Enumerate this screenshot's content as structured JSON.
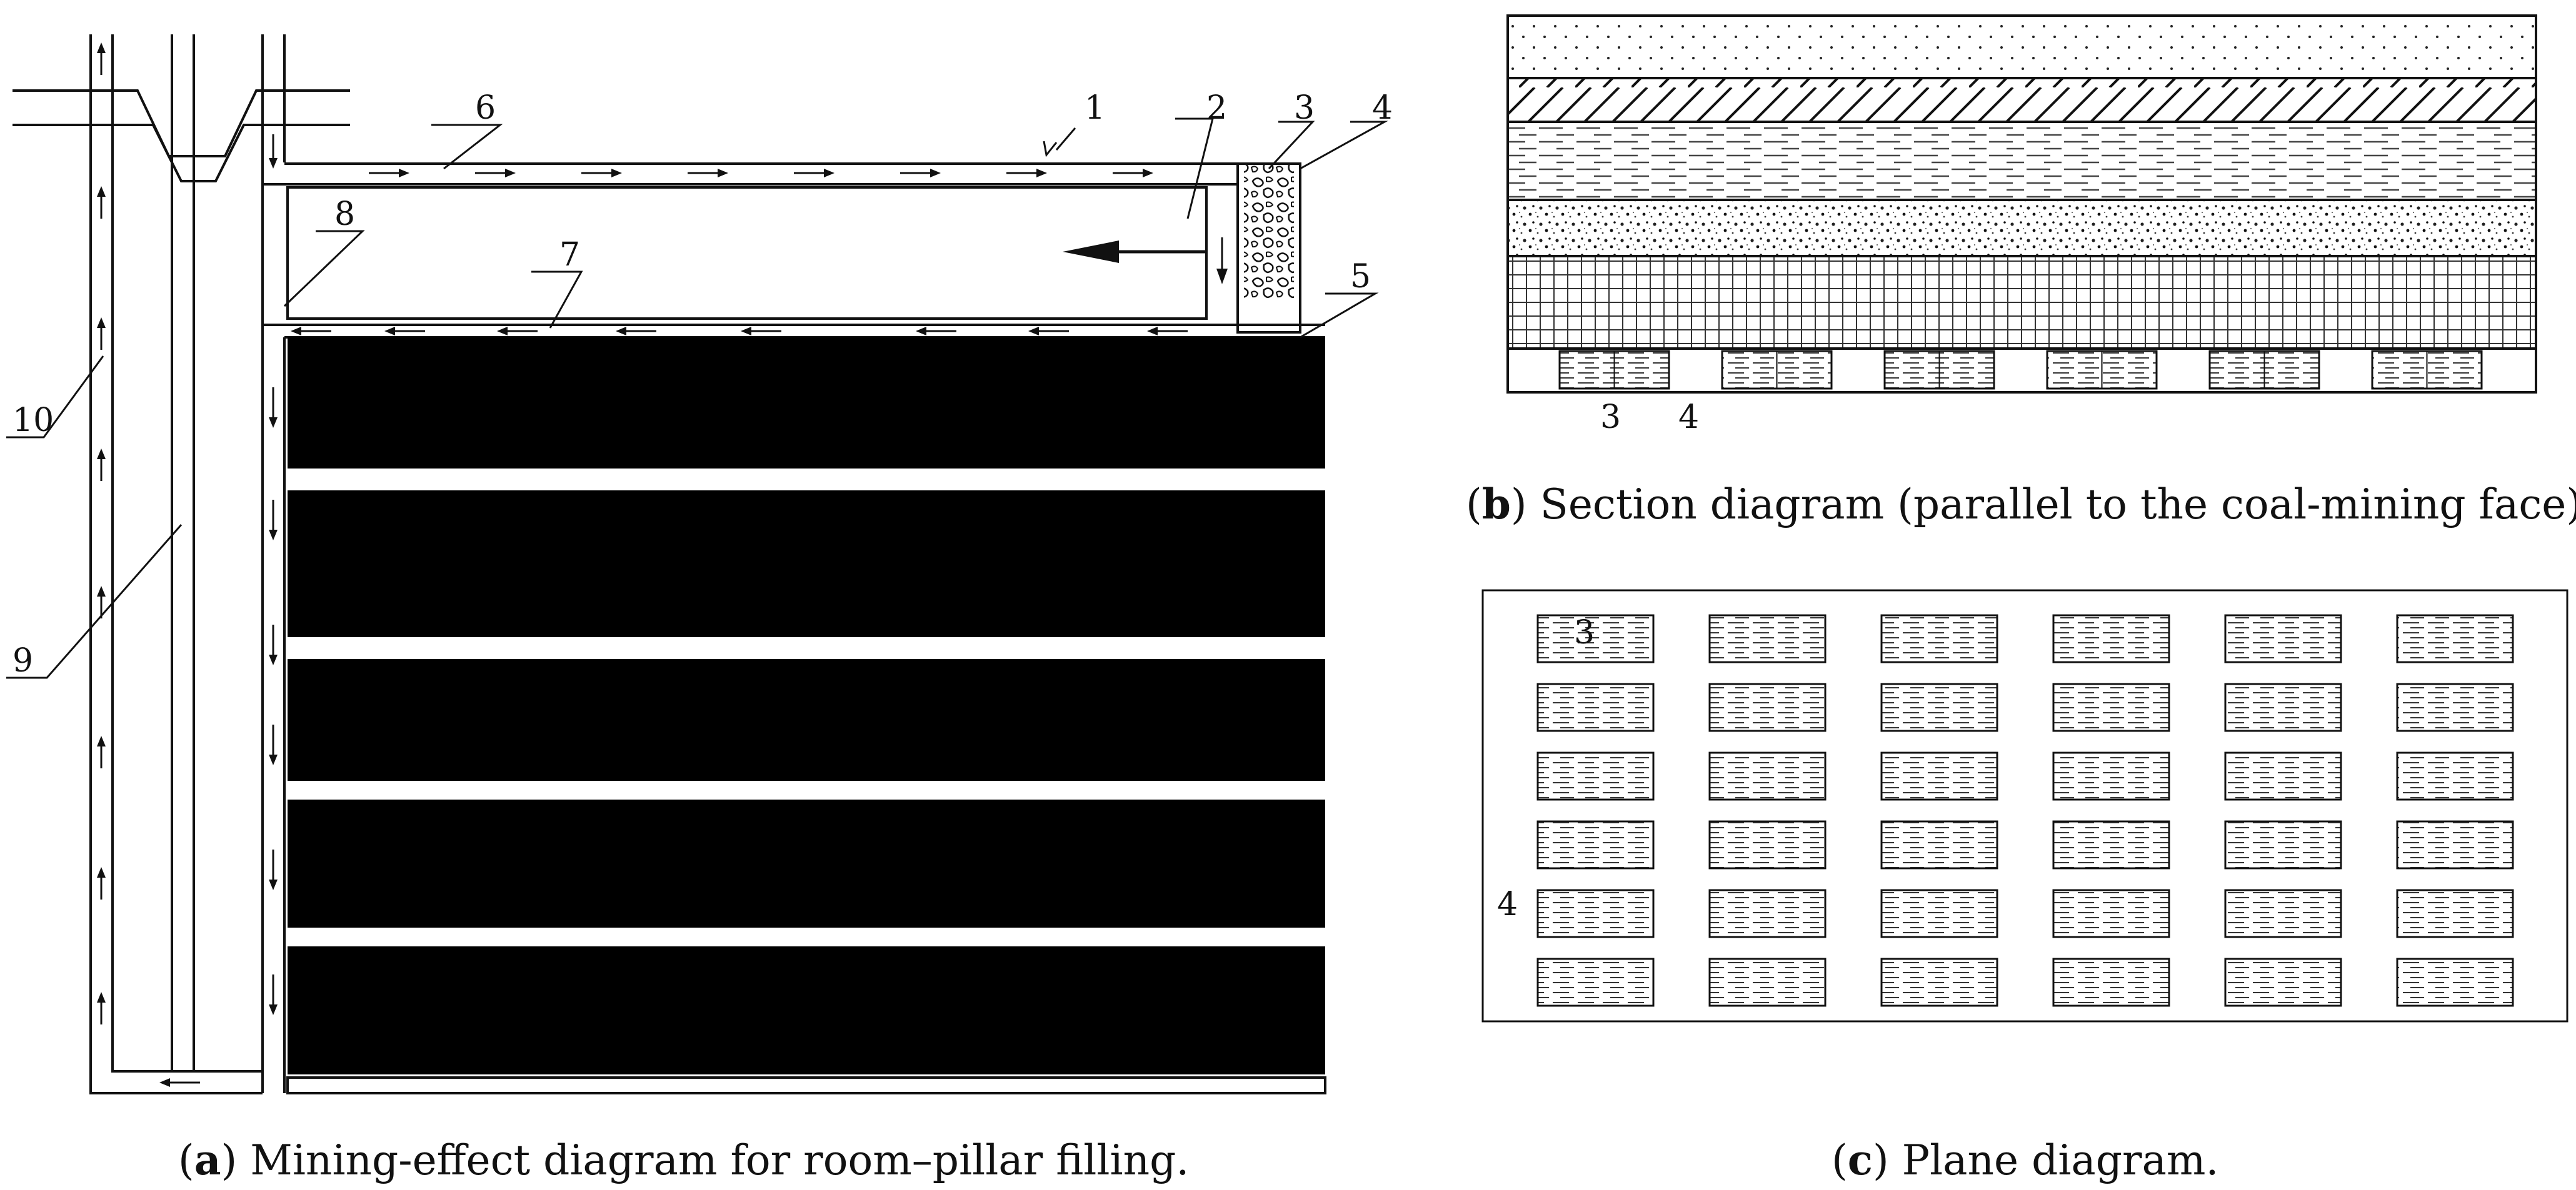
{
  "panel_a": {
    "caption_letter": "a",
    "caption_text": " Mining-effect diagram for room–pillar filling.",
    "labels": [
      "1",
      "2",
      "3",
      "4",
      "5",
      "6",
      "7",
      "8",
      "9",
      "10"
    ]
  },
  "panel_b": {
    "caption_letter": "b",
    "caption_text": " Section diagram (parallel to the coal-mining face).",
    "labels": [
      "3",
      "4"
    ]
  },
  "panel_c": {
    "caption_letter": "c",
    "caption_text": " Plane diagram.",
    "labels": [
      "3",
      "4"
    ],
    "grid_rows": 6,
    "grid_cols": 6
  },
  "colors": {
    "ink": "#111111",
    "coal": "#000000",
    "paper": "#ffffff"
  }
}
